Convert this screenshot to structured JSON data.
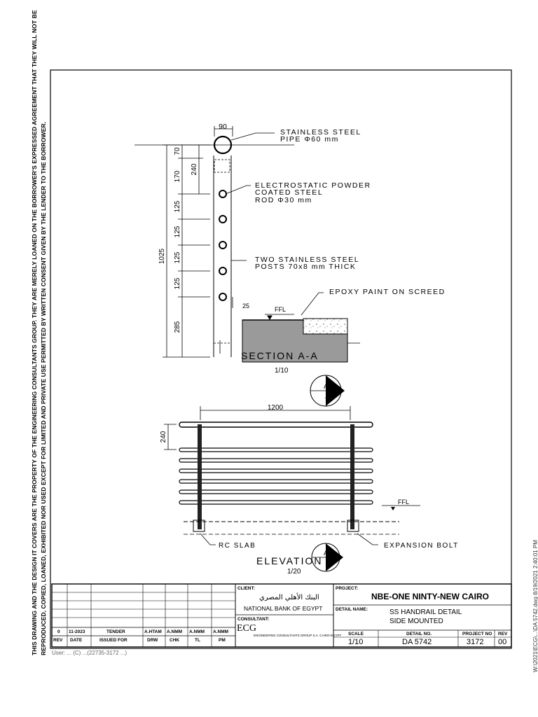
{
  "side_note": {
    "line1": "THIS DRAWING AND THE DESIGN IT COVERS ARE THE PROPERTY OF THE ENGINEERING CONSULTANTS GROUP. THEY ARE MERELY LOANED ON THE BORROWER'S EXPRESSED AGREEMENT THAT THEY WILL NOT BE",
    "line2": "REPRODUCED, COPIED, LOANED, EXHIBITED NOR USED EXCEPT   FOR LIMITED AND PRIVATE USE PERMITTED BY WRITTEN CONSENT GIVEN BY THE LENDER TO THE BORROWER."
  },
  "right_stamp": "W:\\2021\\ECG\\...\\DA 5742.dwg  8/19/2021 2:40:01 PM",
  "footer_note": "User: ... (C) ...(22735-3172 ...)",
  "section": {
    "title": "SECTION A-A",
    "scale": "1/10",
    "labels": {
      "pipe": [
        "STAINLESS STEEL",
        "PIPE Φ60 mm"
      ],
      "rod": [
        "ELECTROSTATIC POWDER",
        "COATED STEEL",
        "ROD Φ30 mm"
      ],
      "posts": [
        "TWO STAINLESS STEEL",
        "POSTS 70x8 mm THICK"
      ],
      "epoxy": "EPOXY PAINT ON SCREED",
      "ffl": "FFL"
    },
    "dims": {
      "top_width": "90",
      "d70": "70",
      "d240": "240",
      "d170": "170",
      "d125a": "125",
      "d125b": "125",
      "d125c": "125",
      "d125d": "125",
      "d285": "285",
      "total": "1025",
      "d25": "25"
    }
  },
  "elevation": {
    "title": "ELEVATION",
    "scale": "1/20",
    "marker_letter": "A",
    "marker_sub": "-",
    "labels": {
      "width": "1200",
      "height": "240",
      "ffl": "FFL",
      "slab": "RC SLAB",
      "bolt": "EXPANSION BOLT"
    }
  },
  "title_block": {
    "client_label": "CLIENT:",
    "client_arabic": "البنك الأهلي المصري",
    "client_name": "NATIONAL BANK OF EGYPT",
    "consultant_label": "CONSULTANT:",
    "consultant_logo_text": "ECG",
    "consultant_sub": "ENGINEERING CONSULTANTS GROUP S.A. CAIRO-EGYPT",
    "project_label": "PROJECT:",
    "project_name": "NBE-ONE NINTY-NEW CAIRO",
    "detail_label": "DETAIL NAME:",
    "detail_line1": "SS HANDRAIL DETAIL",
    "detail_line2": "SIDE MOUNTED",
    "headers": {
      "scale": "SCALE",
      "detail_no": "DETAIL NO.",
      "project_no": "PROJECT NO",
      "rev": "REV"
    },
    "values": {
      "scale": "1/10",
      "detail_no": "DA 5742",
      "project_no": "3172",
      "rev": "00"
    },
    "rev_table": {
      "header": [
        "REV",
        "DATE",
        "ISSUED FOR",
        "DRW",
        "CHK",
        "TL",
        "PM"
      ],
      "row": [
        "0",
        "11-2023",
        "TENDER",
        "A.HTAM",
        "A.NMM",
        "A.NMM",
        "A.NMM"
      ]
    }
  }
}
